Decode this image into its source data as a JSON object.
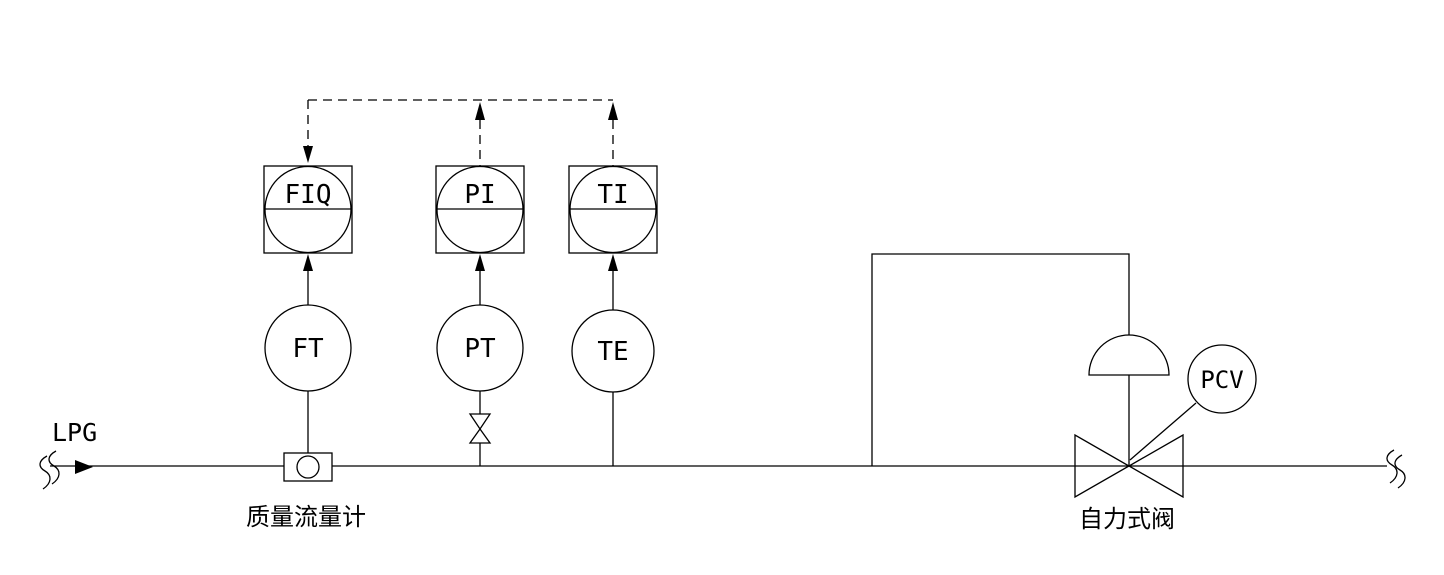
{
  "colors": {
    "line": "#000000",
    "background": "#ffffff"
  },
  "pipe": {
    "fluid_label": "LPG"
  },
  "instruments": {
    "fiq": {
      "tag": "FIQ"
    },
    "pi": {
      "tag": "PI"
    },
    "ti": {
      "tag": "TI"
    },
    "ft": {
      "tag": "FT"
    },
    "pt": {
      "tag": "PT"
    },
    "te": {
      "tag": "TE"
    },
    "pcv": {
      "tag": "PCV"
    }
  },
  "labels": {
    "flow_meter": "质量流量计",
    "control_valve": "自力式阀"
  }
}
